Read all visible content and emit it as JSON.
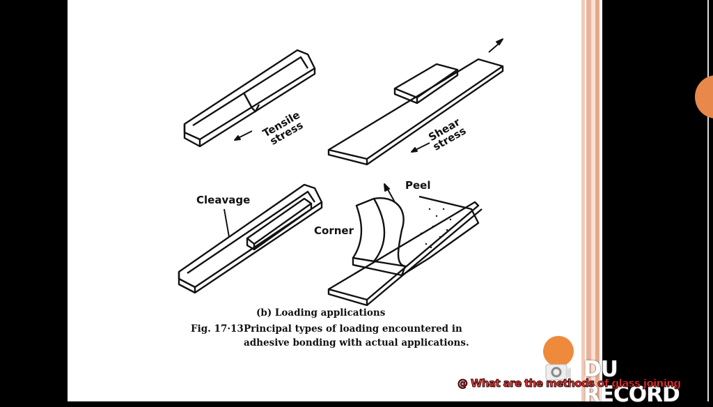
{
  "figure": {
    "labels": {
      "tensile": "Tensile stress",
      "shear": "Shear stress",
      "cleavage": "Cleavage",
      "corner": "Corner",
      "peel": "Peel"
    },
    "subcaption": "(b)  Loading applications",
    "caption_number": "Fig. 17·13",
    "caption_line1": "Principal types of loading encountered in",
    "caption_line2": "adhesive bonding with actual applications."
  },
  "overlay": {
    "watermark": "DU RECORD",
    "ticker": "@ What are the methods of glass joining",
    "record_color": "#ee8a3c",
    "ticker_color": "#ff3b3b"
  }
}
